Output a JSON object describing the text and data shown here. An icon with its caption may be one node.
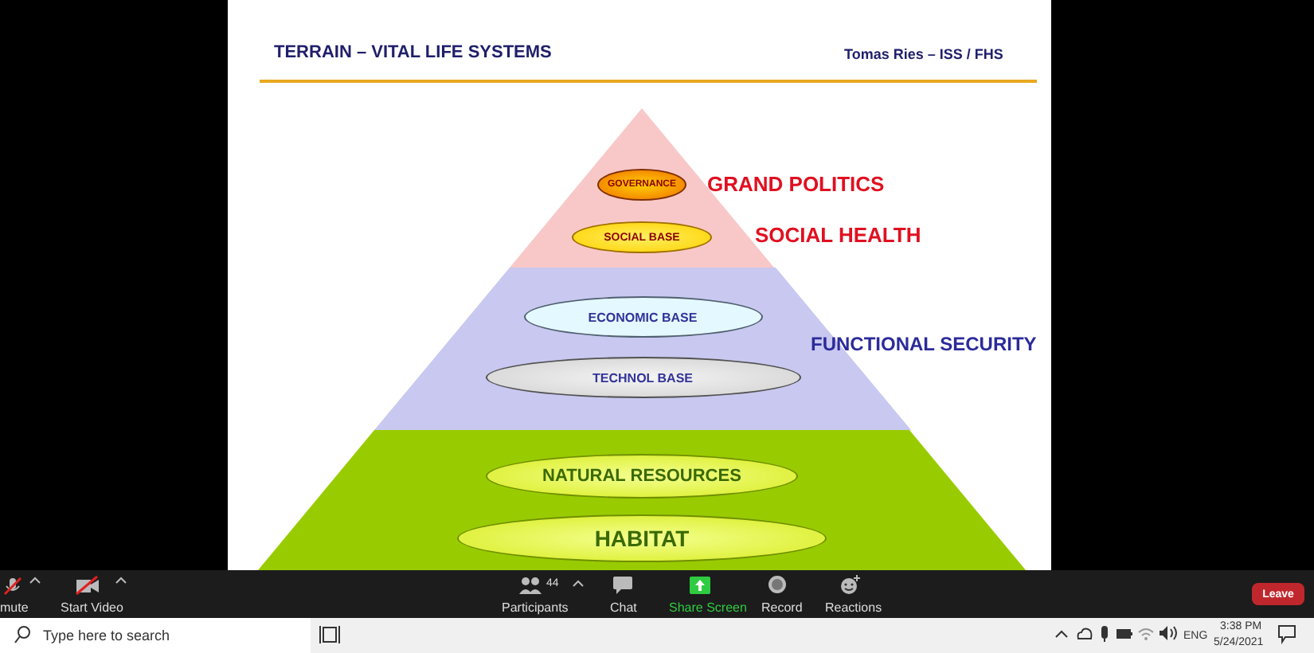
{
  "diagram": {
    "title": "TERRAIN – VITAL LIFE SYSTEMS",
    "nodes": [
      {
        "text": [],
        "shape": "triangle"
      },
      {
        "text": [
          "GOVERNANCE"
        ],
        "in": 0
      },
      {
        "text": [
          "SOCIAL BASE"
        ],
        "in": 0
      },
      {
        "text": [],
        "shape": "band"
      },
      {
        "text": [
          "ECONOMIC BASE"
        ],
        "in": 3
      },
      {
        "text": [
          "TECHNOL BASE"
        ],
        "in": 3
      },
      {
        "text": [],
        "shape": "band"
      },
      {
        "text": [
          "NATURAL RESOURCES"
        ],
        "in": 6
      },
      {
        "text": [
          "HABITAT"
        ],
        "in": 6
      }
    ],
    "edges": [],
    "labels": [
      "Tomas Ries – ISS / FHS",
      "GRAND POLITICS",
      "SOCIAL HEALTH",
      "FUNCTIONAL SECURITY",
      "mute",
      "Start Video",
      "44",
      "Participants",
      "Chat",
      "Share Screen",
      "Record",
      "Reactions",
      "Leave",
      "Type here to search",
      "ENG",
      "3:38 PM",
      "5/24/2021"
    ]
  }
}
